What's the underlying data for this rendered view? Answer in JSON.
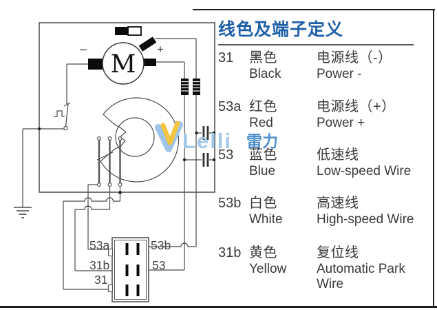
{
  "diagram": {
    "motor_label": "M",
    "plus_label": "+",
    "minus_label": "–",
    "connector_labels": {
      "top_left": "53a",
      "top_right": "53b",
      "mid_left": "31b",
      "mid_right": "53",
      "bot_left": "31"
    }
  },
  "watermark": {
    "latin": "Lelli",
    "cjk": "雷力"
  },
  "legend": {
    "title": "线色及端子定义",
    "rows": [
      {
        "terminal": "31",
        "color_cn": "黑色",
        "color_en": "Black",
        "desc_cn": "电源线（-）",
        "desc_en": "Power -"
      },
      {
        "terminal": "53a",
        "color_cn": "红色",
        "color_en": "Red",
        "desc_cn": "电源线（+）",
        "desc_en": "Power +"
      },
      {
        "terminal": "53",
        "color_cn": "蓝色",
        "color_en": "Blue",
        "desc_cn": "低速线",
        "desc_en": "Low-speed Wire"
      },
      {
        "terminal": "53b",
        "color_cn": "白色",
        "color_en": "White",
        "desc_cn": "高速线",
        "desc_en": "High-speed Wire"
      },
      {
        "terminal": "31b",
        "color_cn": "黄色",
        "color_en": "Yellow",
        "desc_cn": "复位线",
        "desc_en": "Automatic Park Wire"
      }
    ]
  },
  "colors": {
    "title_blue": "#1e5fa8",
    "body_text": "#3a3a3a",
    "schematic_line": "#4a4a4a",
    "watermark_yellow": "#f2c440",
    "watermark_light_blue": "#a3c8ea",
    "watermark_blue": "#4e90cc"
  }
}
